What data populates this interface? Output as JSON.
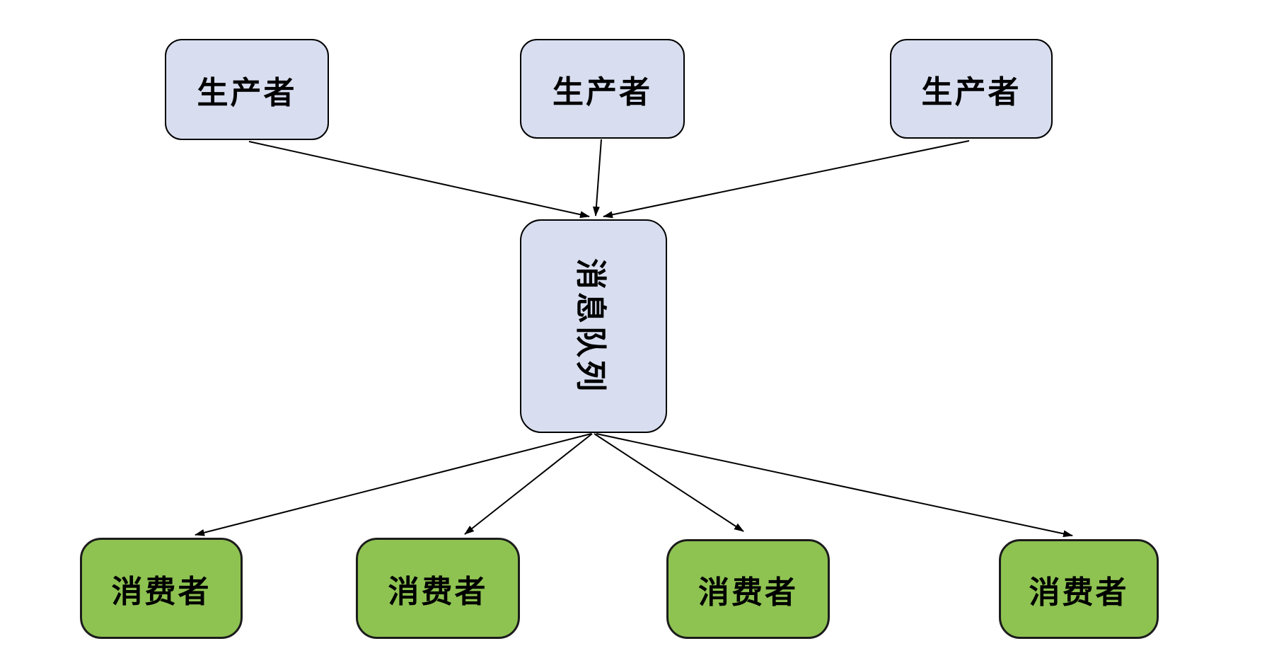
{
  "nodes": {
    "producers": [
      {
        "label": "生产者"
      },
      {
        "label": "生产者"
      },
      {
        "label": "生产者"
      }
    ],
    "queue": {
      "label": "消息队列"
    },
    "consumers": [
      {
        "label": "消费者"
      },
      {
        "label": "消费者"
      },
      {
        "label": "消费者"
      },
      {
        "label": "消费者"
      }
    ]
  },
  "edges": [
    {
      "from": "producer-1",
      "to": "queue"
    },
    {
      "from": "producer-2",
      "to": "queue"
    },
    {
      "from": "producer-3",
      "to": "queue"
    },
    {
      "from": "queue",
      "to": "consumer-1"
    },
    {
      "from": "queue",
      "to": "consumer-2"
    },
    {
      "from": "queue",
      "to": "consumer-3"
    },
    {
      "from": "queue",
      "to": "consumer-4"
    }
  ],
  "colors": {
    "producer_queue_fill": "#D8DEF0",
    "consumer_fill": "#8EC351",
    "border": "#000000",
    "arrow": "#000000",
    "background": "#FFFFFF"
  }
}
